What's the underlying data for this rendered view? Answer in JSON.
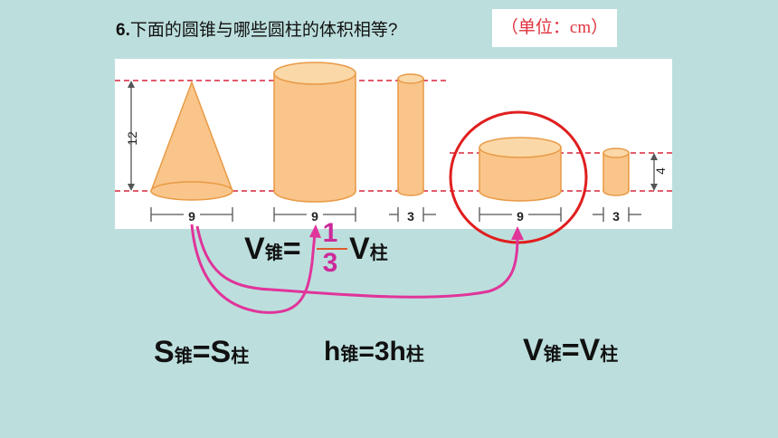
{
  "question": {
    "number": "6.",
    "text": "下面的圆锥与哪些圆柱的体积相等?",
    "unit_note": "（单位：cm）"
  },
  "figure": {
    "cone": {
      "height_label": "12",
      "diameter_label": "9"
    },
    "cylinders": [
      {
        "diameter_label": "9"
      },
      {
        "diameter_label": "3"
      },
      {
        "diameter_label": "9",
        "highlighted": true
      },
      {
        "diameter_label": "3",
        "height_label": "4"
      }
    ],
    "shape_fill": "#f9c58a",
    "shape_stroke": "#e89a45",
    "guide_color": "#d9263a"
  },
  "formulas": {
    "cone_volume": {
      "v": "V",
      "cone_sub": "锥",
      "eq": "=",
      "frac_num": "1",
      "frac_den": "3",
      "v2": "V",
      "cyl_sub": "柱"
    },
    "base": {
      "s": "S",
      "cone_sub": "锥",
      "eq": "=S",
      "cyl_sub": "柱"
    },
    "height": {
      "h": "h",
      "cone_sub": "锥",
      "eq": "=3h",
      "cyl_sub": "柱"
    },
    "volume": {
      "v": "V",
      "cone_sub": "锥",
      "eq": "=V",
      "cyl_sub": "柱"
    }
  },
  "annotation_colors": {
    "arrow": "#e0349a",
    "circle": "#e01e1e"
  }
}
